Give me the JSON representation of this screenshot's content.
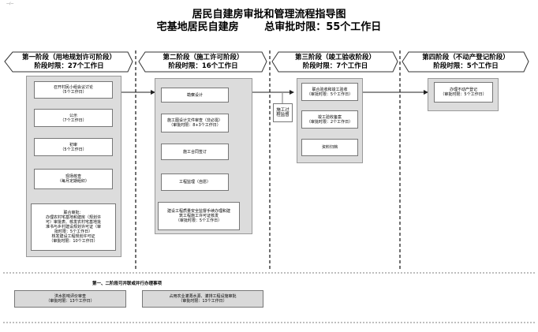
{
  "header": {
    "corner_mark": "—/—",
    "title": "居民自建房审批和管理流程指导图",
    "subtitle_left": "宅基地居民自建房",
    "subtitle_right": "总审批时限：55个工作日"
  },
  "stages": [
    {
      "name": "第一阶段（用地规划许可阶段）",
      "time": "阶段时限：27个工作日"
    },
    {
      "name": "第二阶段（施工许可阶段）",
      "time": "阶段时限：16个工作日"
    },
    {
      "name": "第三阶段（竣工验收阶段）",
      "time": "阶段时限：7个工作日"
    },
    {
      "name": "第四阶段（不动产登记阶段）",
      "time": "阶段时限：5个工作日"
    }
  ],
  "stage1": {
    "b1": [
      "召开村民小组会议讨论",
      "（5个工作日）"
    ],
    "b2": [
      "公示",
      "（7个工作日）"
    ],
    "b3": [
      "初审",
      "（5个工作日）"
    ],
    "b4": [
      "现场核查",
      "（每月定期组织）"
    ],
    "b5": [
      "联合审批：",
      "办理农村宅基地和建房（规划许",
      "可）审批表、核发农村宅基地批",
      "准书与乡村建设规划许可证（审",
      "批时限：5个工作日）",
      "核发建设工程规划许可证",
      "（审批时限：10个工作日）"
    ]
  },
  "stage2": {
    "b1": [
      "勘察设计"
    ],
    "b2": [
      "施工图设计文件审查（非必需）",
      "（审批时限：8+3个工作日）"
    ],
    "b3": [
      "施工合同签订"
    ],
    "b4": [
      "工程监理（自愿）"
    ],
    "b5": [
      "建设工程质量安全监督手续办理和建",
      "筑工程施工许可证核发",
      "（审批时限：5个工作日）"
    ]
  },
  "side_note": [
    "施工过",
    "程监督"
  ],
  "stage3": {
    "b1": [
      "联合验收和竣工验收",
      "（审批时限：5个工作日）"
    ],
    "b2": [
      "竣工验收备案",
      "（审批时限：2个工作日）"
    ],
    "b3": [
      "资料归档"
    ]
  },
  "stage4": {
    "b1": [
      "办理不动产登记",
      "（审批时限：5个工作日）"
    ]
  },
  "parallel": {
    "title": "第一、二阶段可并联或并行办理事项",
    "items": [
      [
        "洪水影响评价审查",
        "（审批时限：13个工作日）"
      ],
      [
        "占用农业灌溉水源、灌排工程设施审批",
        "（审批时限：13个工作日）"
      ]
    ]
  }
}
